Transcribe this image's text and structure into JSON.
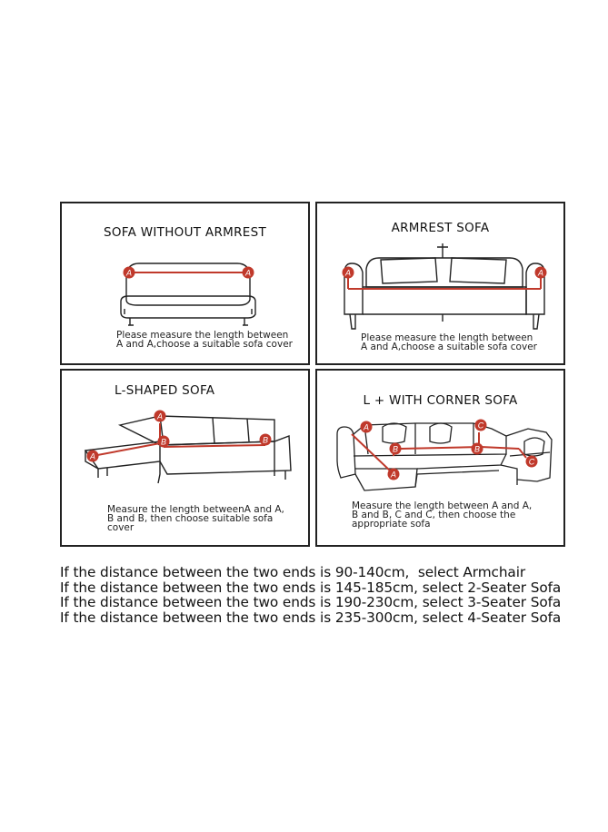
{
  "panels": [
    {
      "title": "SOFA WITHOUT ARMREST",
      "caption": "Please measure the length between\nA and A,choose a suitable sofa cover",
      "markers": [
        "A",
        "A"
      ]
    },
    {
      "title": "ARMREST SOFA",
      "caption": "Please measure the length between\nA and A,choose a suitable sofa cover",
      "markers": [
        "A",
        "A"
      ]
    },
    {
      "title": "L-SHAPED SOFA",
      "caption": "Measure the length betweenA and A,\nB and B, then choose suitable sofa\ncover",
      "markers": [
        "A",
        "A",
        "B",
        "B"
      ]
    },
    {
      "title": "L + WITH CORNER SOFA",
      "caption": "Measure the length between A and A,\nB and B, C and C, then  choose the\nappropriate sofa",
      "markers": [
        "A",
        "A",
        "B",
        "B",
        "C",
        "C"
      ]
    }
  ],
  "rules": [
    "If the distance between the two ends is 90-140cm,  select Armchair",
    "If the distance between the two ends is 145-185cm, select 2-Seater Sofa",
    "If the distance between the two ends is 190-230cm, select 3-Seater Sofa",
    "If the distance between the two ends is 235-300cm, select 4-Seater Sofa"
  ],
  "colors": {
    "measure_line": "#c0392b",
    "outline": "#222222"
  }
}
